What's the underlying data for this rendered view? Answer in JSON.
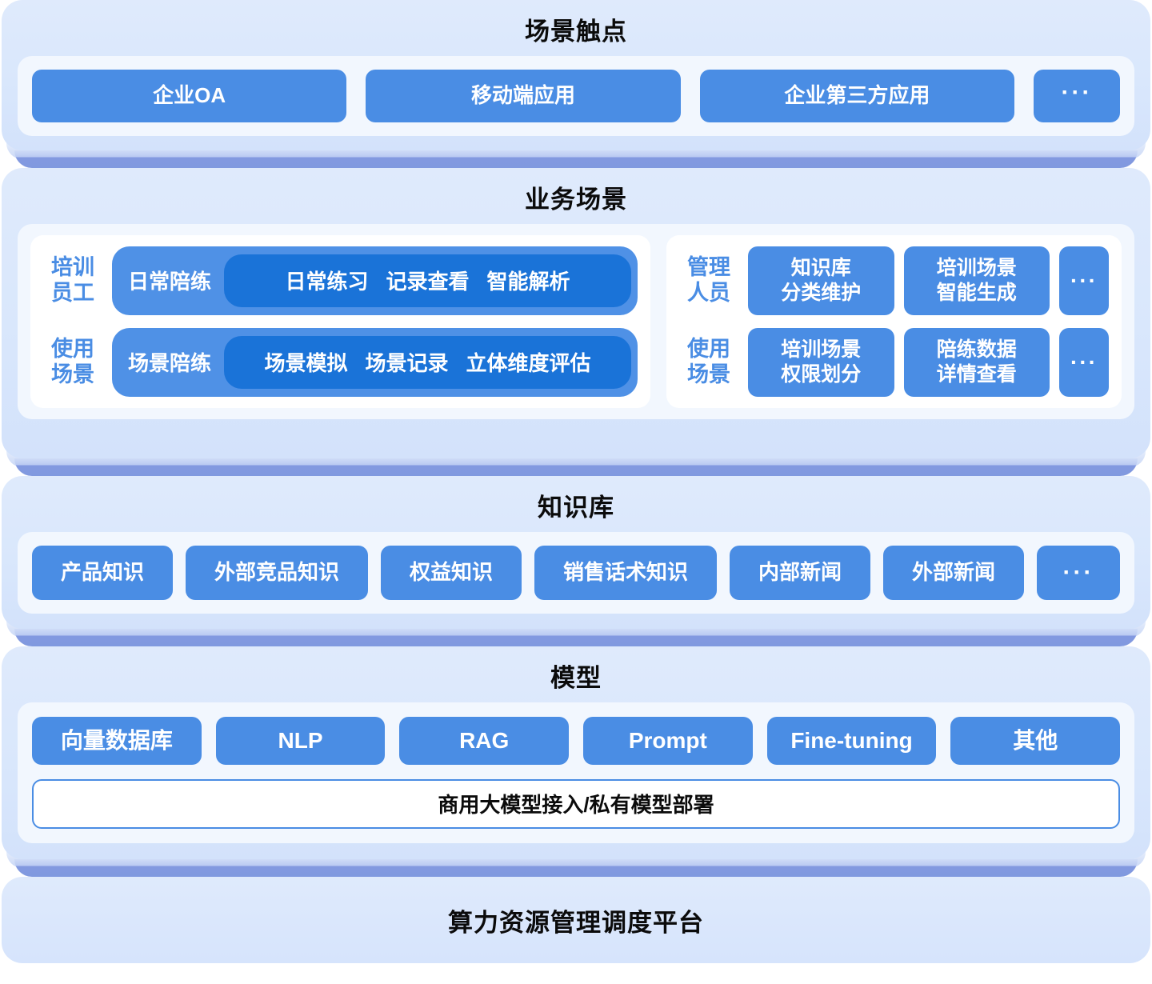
{
  "layers": [
    {
      "id": "touchpoints",
      "title": "场景触点",
      "items": [
        {
          "label": "企业OA"
        },
        {
          "label": "移动端应用"
        },
        {
          "label": "企业第三方应用"
        },
        {
          "label": "···"
        }
      ]
    },
    {
      "id": "business_scenarios",
      "title": "业务场景",
      "left": {
        "rows": [
          {
            "role": "培训\n员工",
            "head": "日常陪练",
            "tags": [
              "日常练习",
              "记录查看",
              "智能解析"
            ]
          },
          {
            "role": "使用\n场景",
            "head": "场景陪练",
            "tags": [
              "场景模拟",
              "场景记录",
              "立体维度评估"
            ]
          }
        ]
      },
      "right": {
        "rows": [
          {
            "role": "管理\n人员",
            "cells": [
              {
                "line1": "知识库",
                "line2": "分类维护"
              },
              {
                "line1": "培训场景",
                "line2": "智能生成"
              },
              {
                "line1": "···",
                "line2": ""
              }
            ]
          },
          {
            "role": "使用\n场景",
            "cells": [
              {
                "line1": "培训场景",
                "line2": "权限划分"
              },
              {
                "line1": "陪练数据",
                "line2": "详情查看"
              },
              {
                "line1": "···",
                "line2": ""
              }
            ]
          }
        ]
      }
    },
    {
      "id": "knowledge_base",
      "title": "知识库",
      "items": [
        {
          "label": "产品知识"
        },
        {
          "label": "外部竞品知识"
        },
        {
          "label": "权益知识"
        },
        {
          "label": "销售话术知识"
        },
        {
          "label": "内部新闻"
        },
        {
          "label": "外部新闻"
        },
        {
          "label": "···"
        }
      ]
    },
    {
      "id": "model",
      "title": "模型",
      "items": [
        {
          "label": "向量数据库"
        },
        {
          "label": "NLP"
        },
        {
          "label": "RAG"
        },
        {
          "label": "Prompt"
        },
        {
          "label": "Fine-tuning"
        },
        {
          "label": "其他"
        }
      ],
      "footer_box": "商用大模型接入/私有模型部署"
    },
    {
      "id": "platform",
      "title": "算力资源管理调度平台"
    }
  ],
  "colors": {
    "pill_blue": "#4a8de4",
    "pill_blue_light": "#4f91e6",
    "pill_blue_dark": "#1a73d8",
    "panel_bg": "#dce9fc",
    "card_bg": "#f2f7fe",
    "card_white": "#ffffff",
    "slab_edge": "#8399e0",
    "title_text": "#0b0b0b",
    "label_blue": "#4a8de4"
  }
}
